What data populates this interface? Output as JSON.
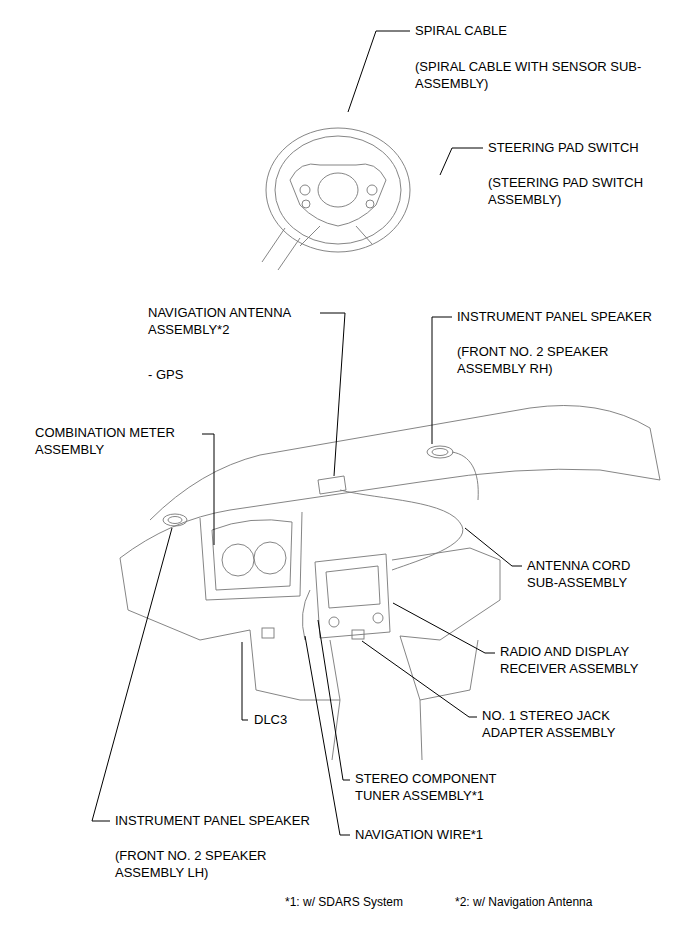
{
  "diagram": {
    "labels": [
      "SPIRAL CABLE",
      "(SPIRAL CABLE WITH SENSOR SUB-ASSEMBLY)",
      "STEERING PAD SWITCH",
      "(STEERING PAD SWITCH ASSEMBLY)",
      "NAVIGATION ANTENNA ASSEMBLY*2",
      "- GPS",
      "INSTRUMENT PANEL SPEAKER",
      "(FRONT NO. 2 SPEAKER ASSEMBLY RH)",
      "COMBINATION METER ASSEMBLY",
      "ANTENNA CORD SUB-ASSEMBLY",
      "RADIO AND DISPLAY RECEIVER ASSEMBLY",
      "DLC3",
      "NO. 1 STEREO JACK ADAPTER ASSEMBLY",
      "STEREO COMPONENT TUNER ASSEMBLY*1",
      "INSTRUMENT PANEL SPEAKER",
      "(FRONT NO. 2 SPEAKER ASSEMBLY LH)",
      "NAVIGATION WIRE*1",
      "*1: w/ SDARS System",
      "*2: w/ Navigation Antenna"
    ]
  }
}
